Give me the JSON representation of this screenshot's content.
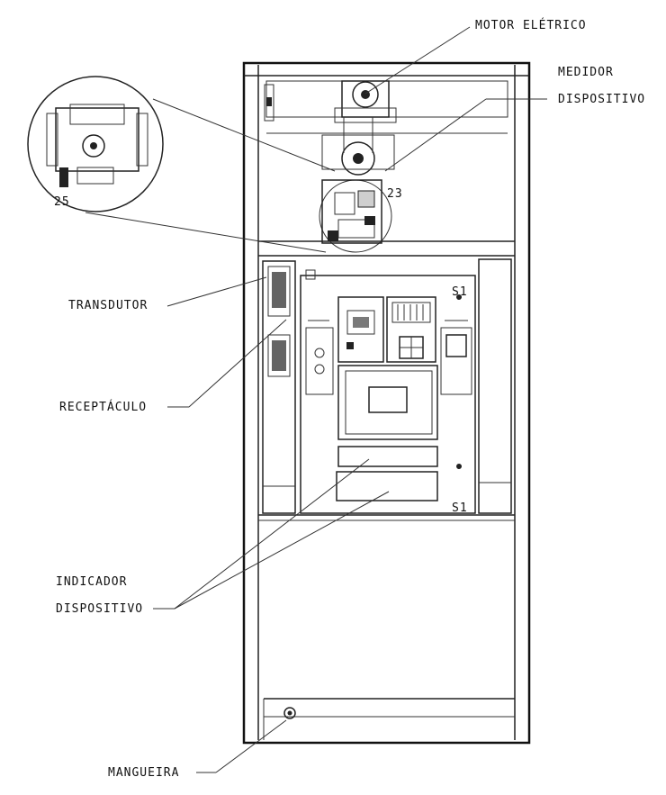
{
  "labels": {
    "motor": "MOTOR ELÉTRICO",
    "medidor_1": "MEDIDOR",
    "medidor_2": "DISPOSITIVO",
    "transdutor": "TRANSDUTOR",
    "receptaculo": "RECEPTÁCULO",
    "indicador_1": "INDICADOR",
    "indicador_2": "DISPOSITIVO",
    "mangueira": "MANGUEIRA"
  },
  "callouts": {
    "part_23": "23",
    "part_25": "25",
    "panel_top": "S1",
    "panel_bottom": "S1"
  }
}
